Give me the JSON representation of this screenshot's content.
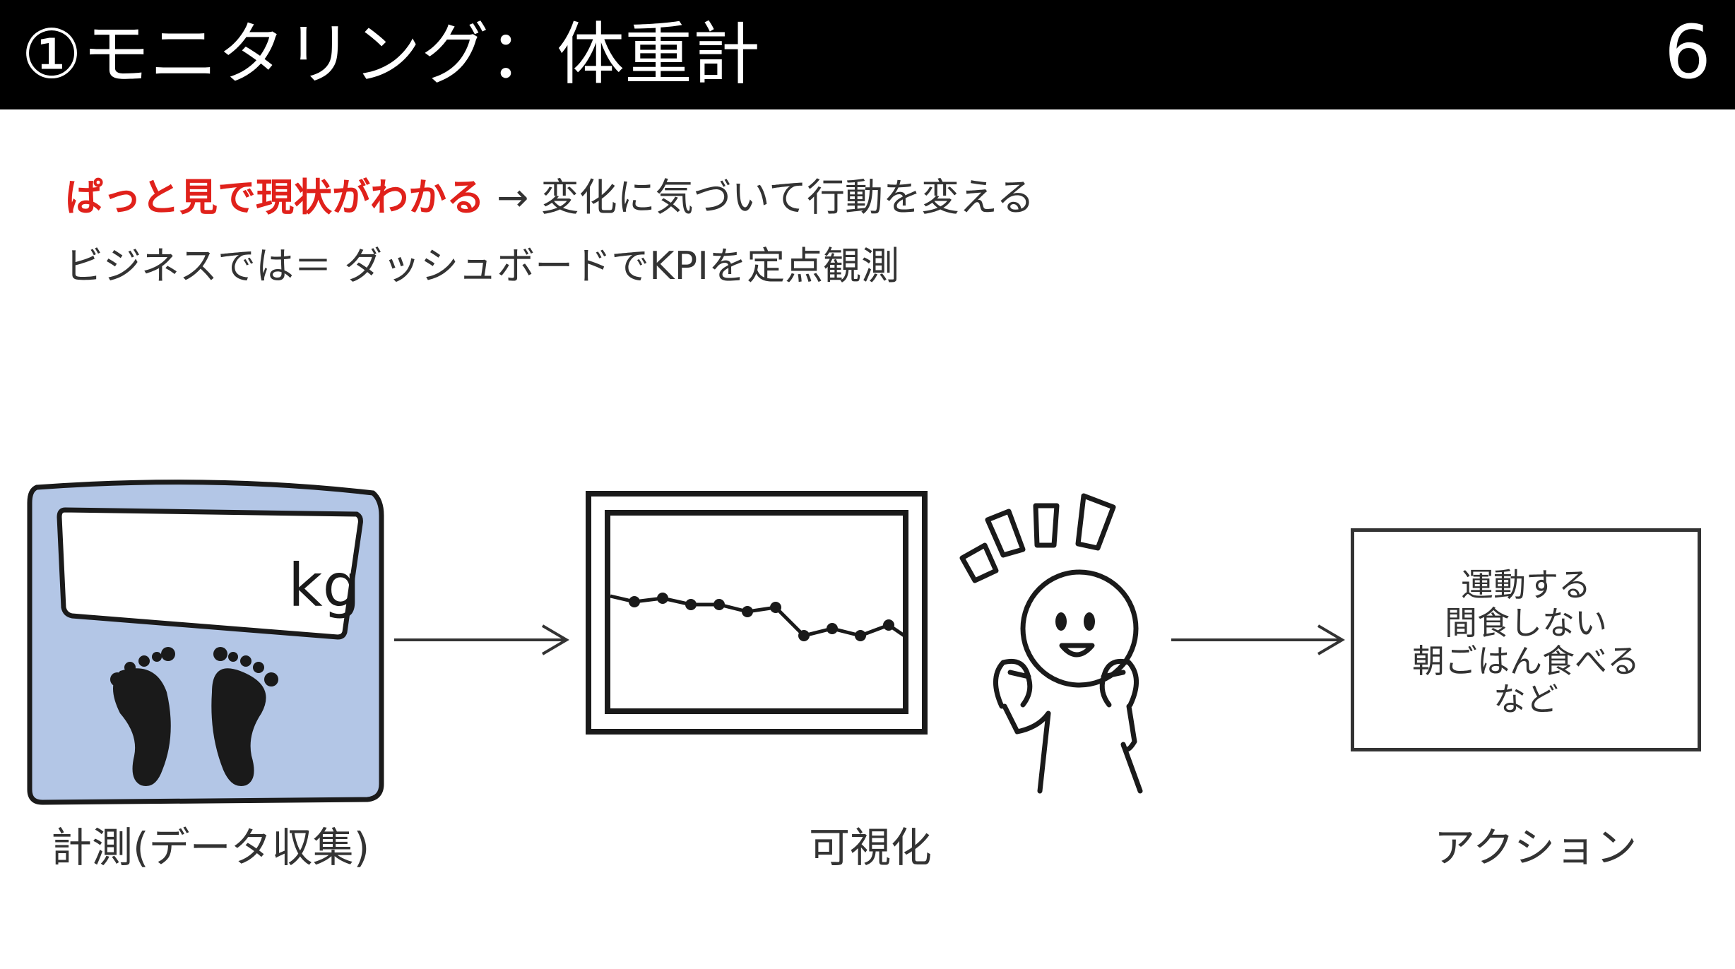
{
  "header": {
    "title": "①モニタリング：体重計",
    "page_number": "6"
  },
  "body": {
    "line1_highlight": "ぱっと見で現状がわかる",
    "line1_rest": " → 変化に気づいて行動を変える",
    "line2": "ビジネスでは＝ ダッシュボードでKPIを定点観測"
  },
  "scale": {
    "unit_label": "kg"
  },
  "captions": {
    "measure": "計測(データ収集)",
    "visualize": "可視化",
    "action": "アクション"
  },
  "action_box": {
    "lines": [
      "運動する",
      "間食しない",
      "朝ごはん食べる",
      "など"
    ]
  },
  "colors": {
    "header_bg": "#000000",
    "highlight": "#e0211b",
    "scale_fill": "#b3c6e6",
    "ink": "#1a1a1a"
  },
  "icons": {
    "scale": "bathroom-scale-icon",
    "monitor": "monitor-chart-icon",
    "person": "surprised-person-icon"
  }
}
